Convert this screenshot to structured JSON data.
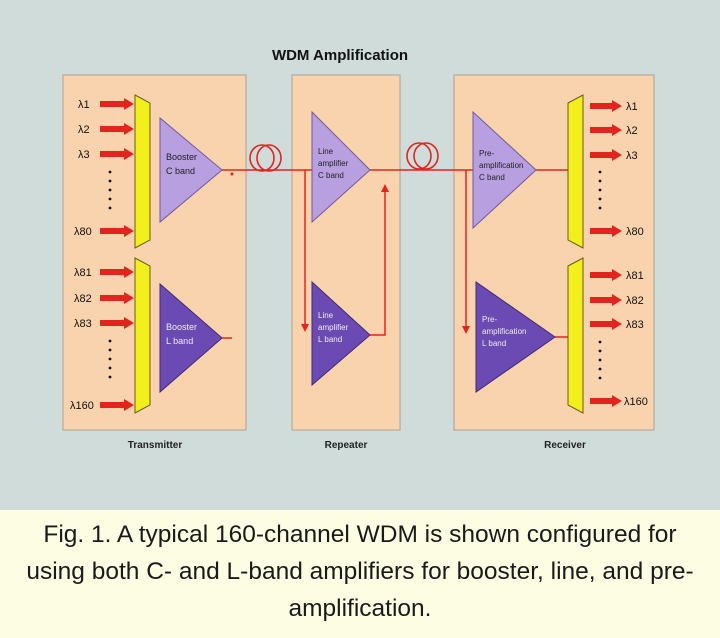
{
  "figure": {
    "title": "WDM Amplification",
    "sections": {
      "transmitter": "Transmitter",
      "repeater": "Repeater",
      "receiver": "Receiver"
    },
    "amplifiers": {
      "booster_c": [
        "Booster",
        "C band"
      ],
      "booster_l": [
        "Booster",
        "L band"
      ],
      "line_c": [
        "Line",
        "amplifier",
        "C band"
      ],
      "line_l": [
        "Line",
        "amplifier",
        "L band"
      ],
      "pre_c": [
        "Pre-",
        "amplification",
        "C band"
      ],
      "pre_l": [
        "Pre-",
        "amplification",
        "L band"
      ]
    },
    "transmitter_inputs_c": [
      "λ1",
      "λ2",
      "λ3",
      "λ80"
    ],
    "transmitter_inputs_l": [
      "λ81",
      "λ82",
      "λ83",
      "λ160"
    ],
    "receiver_outputs_c": [
      "λ1",
      "λ2",
      "λ3",
      "λ80"
    ],
    "receiver_outputs_l": [
      "λ81",
      "λ82",
      "λ83",
      "λ160"
    ],
    "colors": {
      "background": "#cfdcd9",
      "panel": "#f8d3ad",
      "c_band": "#b79fe0",
      "l_band": "#6c4ab4",
      "mux": "#f3ef1c",
      "fiber": "#e2241f",
      "caption_bg": "#fdfde4"
    }
  },
  "caption": "Fig. 1. A typical 160-channel WDM is shown configured for using both C- and L-band amplifiers for booster, line, and pre-amplification."
}
